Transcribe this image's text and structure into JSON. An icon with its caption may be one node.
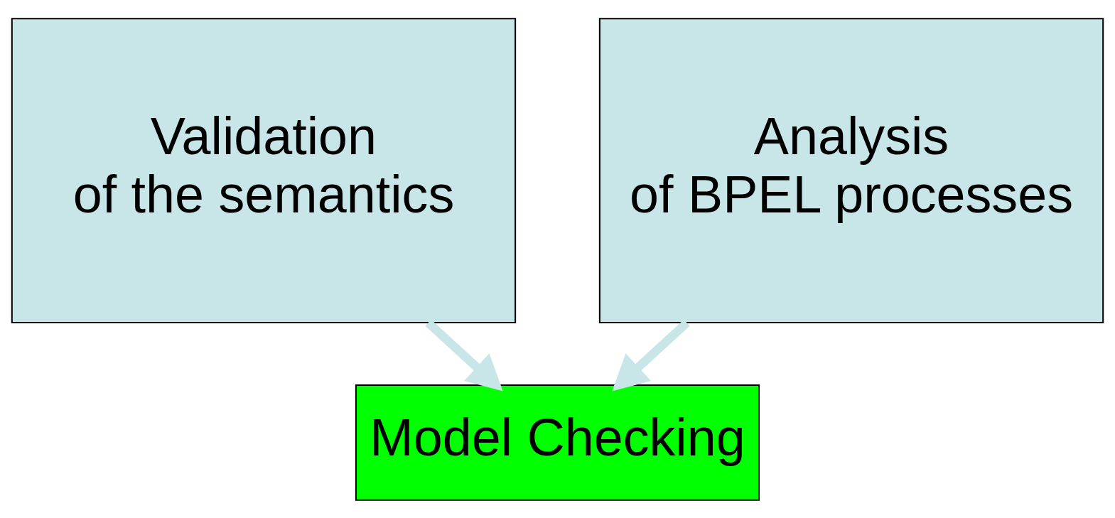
{
  "diagram": {
    "nodes": [
      {
        "text": [
          "Validation of the semantics"
        ]
      },
      {
        "text": [
          "Analysis of BPEL processes"
        ]
      },
      {
        "text": [
          "Model Checking"
        ]
      }
    ],
    "edges": [
      {
        "from": 0,
        "to": 2,
        "arrow": "to"
      },
      {
        "from": 1,
        "to": 2,
        "arrow": "to"
      }
    ]
  }
}
